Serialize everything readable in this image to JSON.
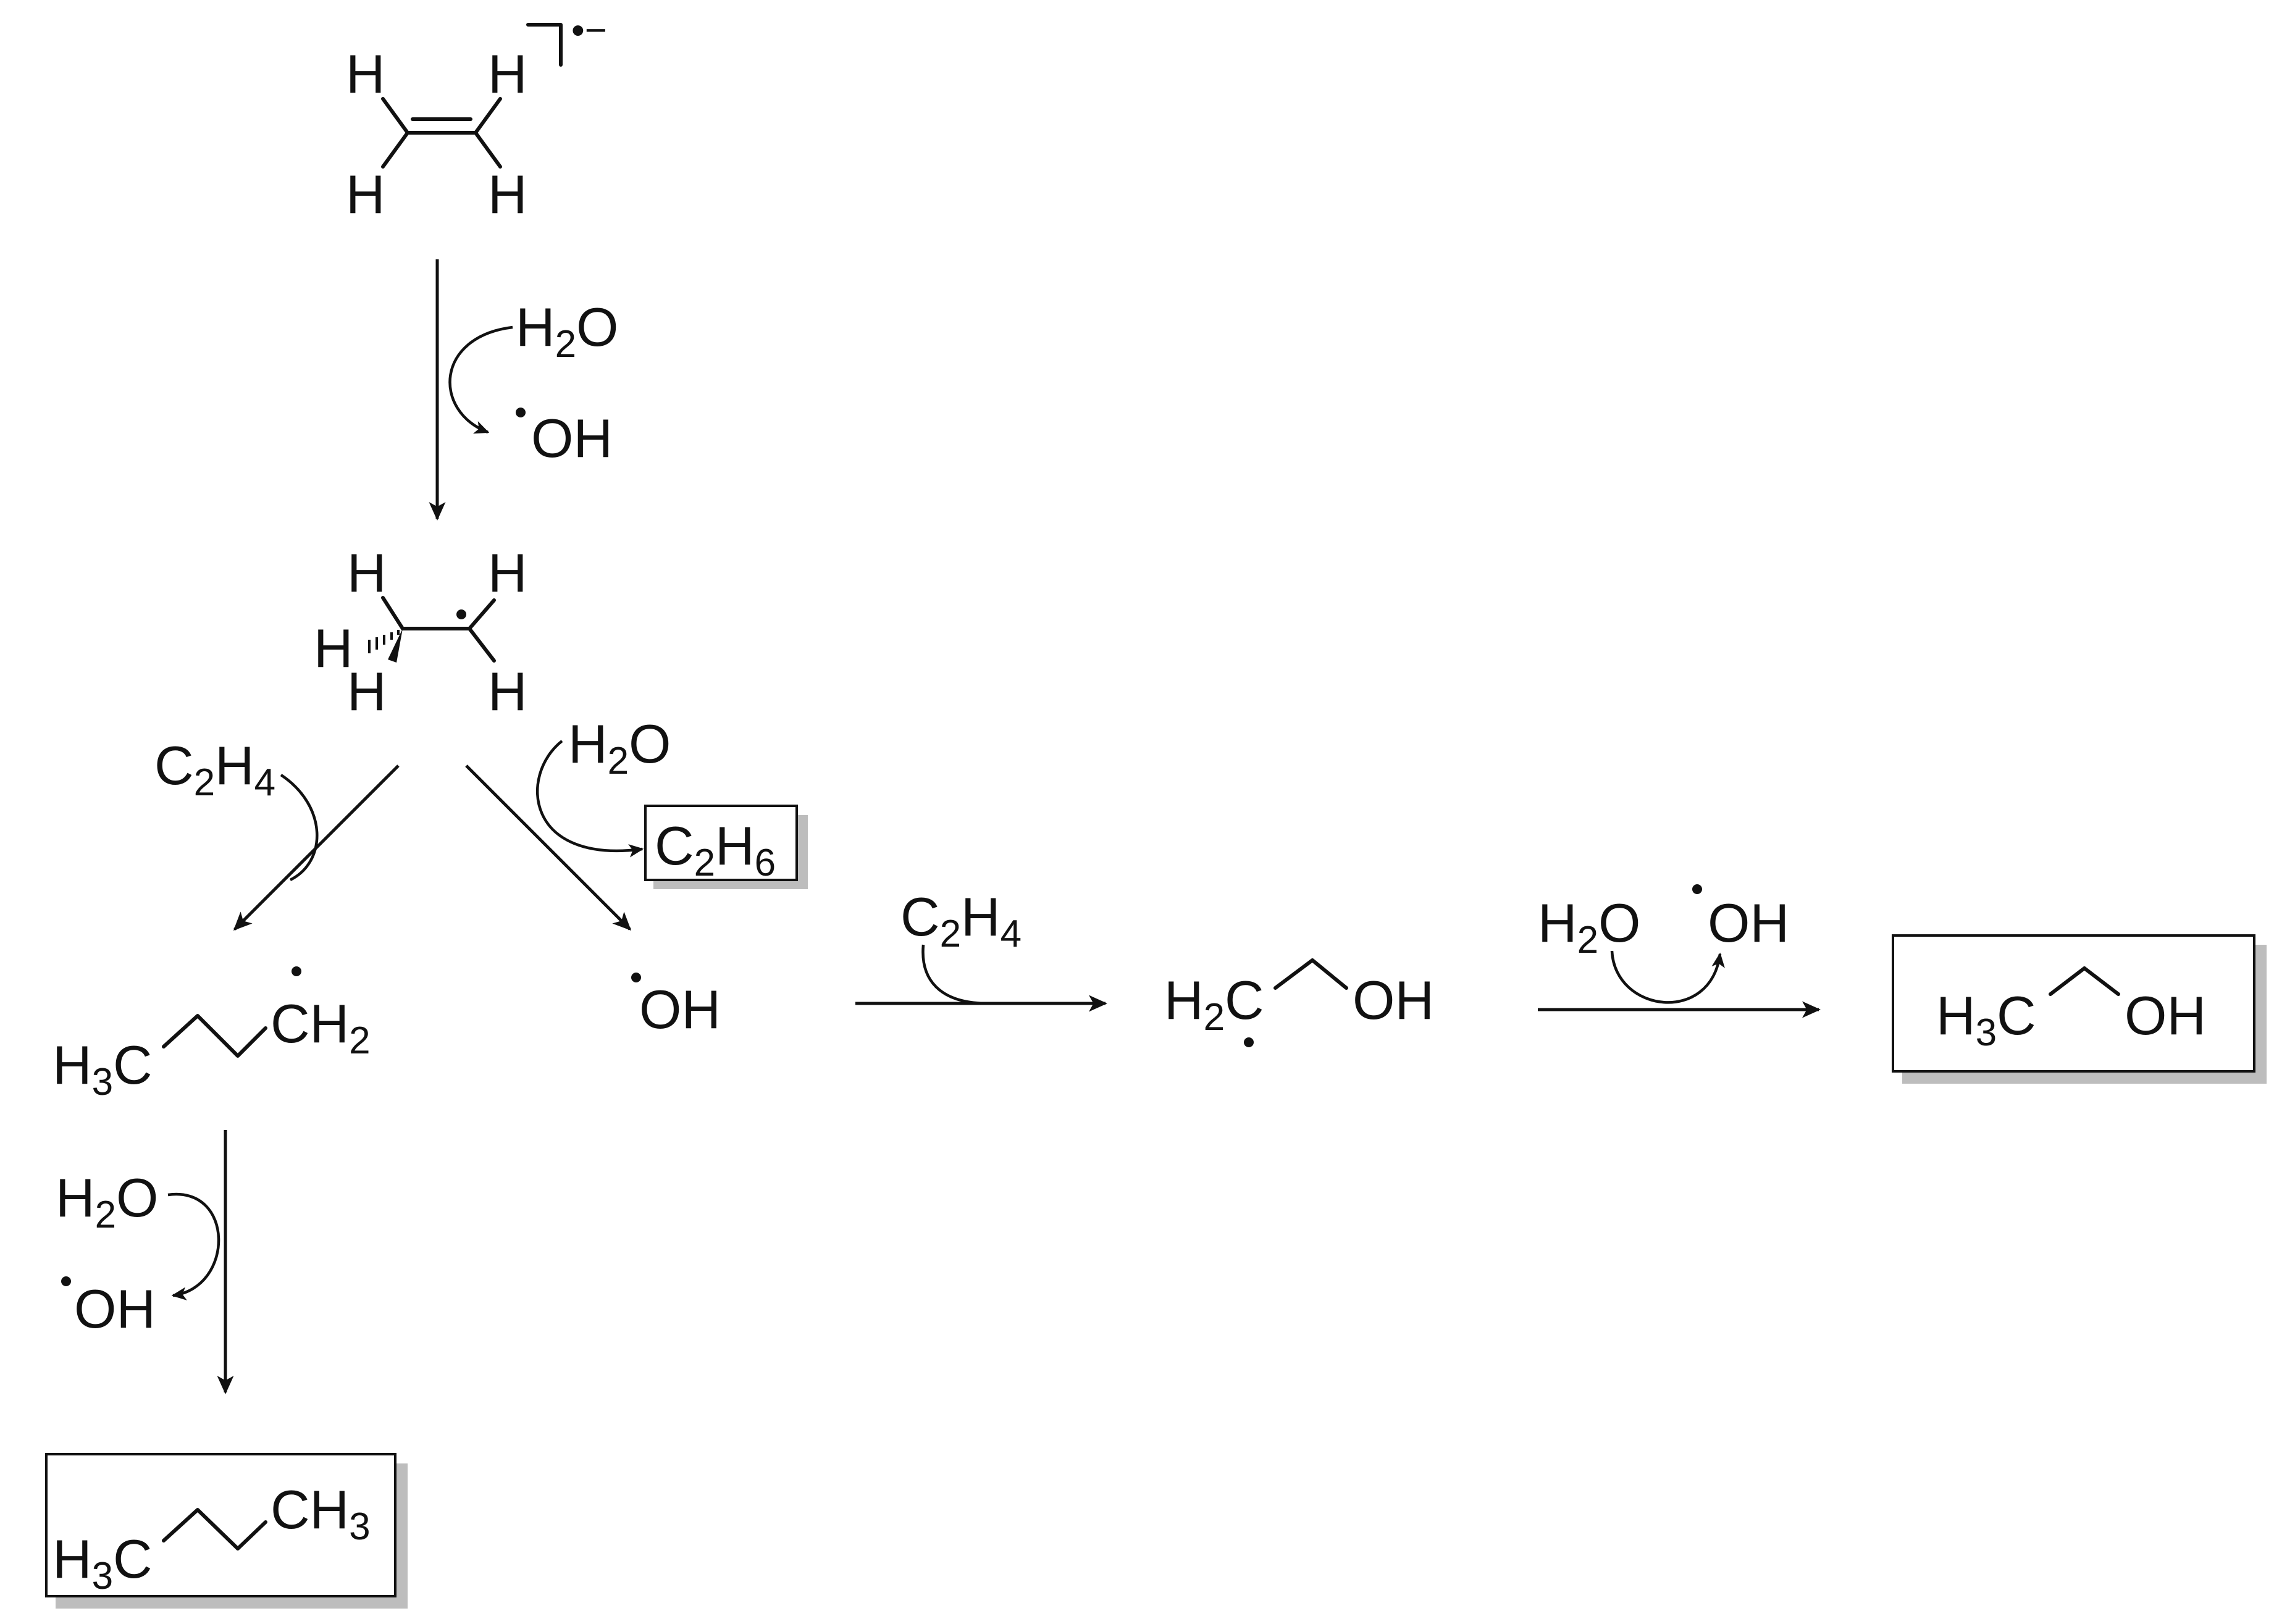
{
  "scheme": {
    "ethylene_radical_anion": {
      "atoms": [
        "H",
        "H",
        "H",
        "H"
      ],
      "charge": "•−"
    },
    "step1": {
      "reagent": "H",
      "reagent_sub": "2",
      "reagent_tail": "O",
      "byproduct": "OH"
    },
    "ethyl_radical": {
      "atoms": [
        "H",
        "H",
        "H",
        "H",
        "H"
      ]
    },
    "left_branch": {
      "reagent": "C",
      "reagent_sub1": "2",
      "reagent_mid": "H",
      "reagent_sub2": "4",
      "intermediate": {
        "left": "H",
        "left_sub": "3",
        "left_tail": "C",
        "right": "CH",
        "right_sub": "2"
      },
      "step": {
        "reagent": "H",
        "reagent_sub": "2",
        "reagent_tail": "O",
        "byproduct": "OH"
      },
      "product": {
        "left": "H",
        "left_sub": "3",
        "left_tail": "C",
        "right": "CH",
        "right_sub": "3"
      }
    },
    "right_branch": {
      "reagent": "H",
      "reagent_sub": "2",
      "reagent_tail": "O",
      "product_box": {
        "a": "C",
        "sub1": "2",
        "b": "H",
        "sub2": "6"
      },
      "radical": "OH"
    },
    "addition_step": {
      "reagent": "C",
      "reagent_sub1": "2",
      "reagent_mid": "H",
      "reagent_sub2": "4",
      "intermediate": {
        "left": "H",
        "left_sub": "2",
        "left_tail": "C",
        "right": "OH"
      }
    },
    "final_step": {
      "reagent": "H",
      "reagent_sub": "2",
      "reagent_tail": "O",
      "byproduct": "OH",
      "product": {
        "left": "H",
        "left_sub": "3",
        "left_tail": "C",
        "right": "OH"
      }
    }
  }
}
